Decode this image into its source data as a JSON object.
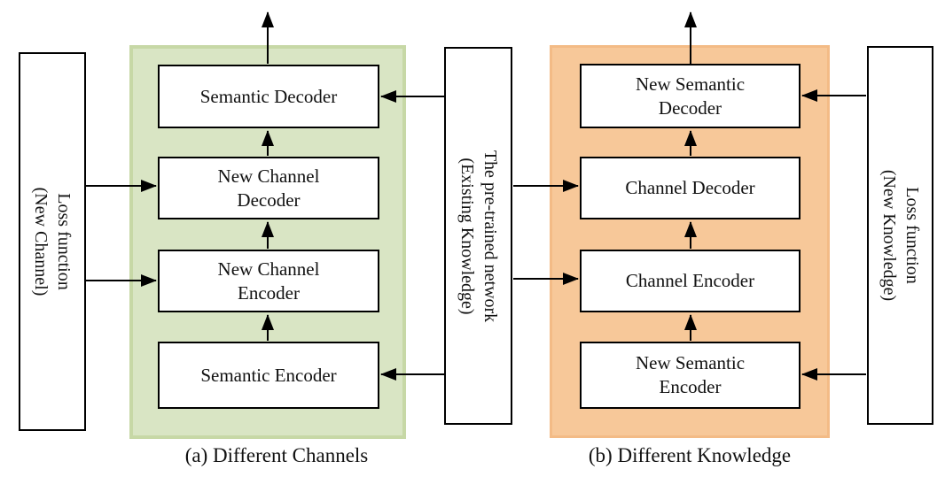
{
  "figure": {
    "type": "block-diagram",
    "colors": {
      "panel_a_fill": "#d9e5c4",
      "panel_a_border": "#c7d8a6",
      "panel_b_fill": "#f7c899",
      "panel_b_border": "#f3bb86",
      "box_fill": "#ffffff",
      "line": "#000000"
    }
  },
  "left_loss_box": {
    "label": "Loss function\n(New Channel)"
  },
  "pretrained_box": {
    "label": "The pre-trained network\n(Existing Knowledge)"
  },
  "right_loss_box": {
    "label": "Loss function\n(New Knowledge)"
  },
  "panel_a": {
    "caption": "(a) Different Channels",
    "boxes": [
      {
        "label": "Semantic Decoder"
      },
      {
        "label": "New Channel\nDecoder"
      },
      {
        "label": "New Channel\nEncoder"
      },
      {
        "label": "Semantic Encoder"
      }
    ]
  },
  "panel_b": {
    "caption": "(b) Different Knowledge",
    "boxes": [
      {
        "label": "New Semantic\nDecoder"
      },
      {
        "label": "Channel Decoder"
      },
      {
        "label": "Channel Encoder"
      },
      {
        "label": "New Semantic\nEncoder"
      }
    ]
  },
  "edges": [
    {
      "from": "Loss function (New Channel)",
      "to": "New Channel Decoder"
    },
    {
      "from": "Loss function (New Channel)",
      "to": "New Channel Encoder"
    },
    {
      "from": "The pre-trained network (Existing Knowledge)",
      "to": "Semantic Decoder"
    },
    {
      "from": "The pre-trained network (Existing Knowledge)",
      "to": "Semantic Encoder"
    },
    {
      "from": "The pre-trained network (Existing Knowledge)",
      "to": "Channel Decoder"
    },
    {
      "from": "The pre-trained network (Existing Knowledge)",
      "to": "Channel Encoder"
    },
    {
      "from": "Loss function (New Knowledge)",
      "to": "New Semantic Decoder"
    },
    {
      "from": "Loss function (New Knowledge)",
      "to": "New Semantic Encoder"
    },
    {
      "from": "Semantic Encoder",
      "to": "New Channel Encoder"
    },
    {
      "from": "New Channel Encoder",
      "to": "New Channel Decoder"
    },
    {
      "from": "New Channel Decoder",
      "to": "Semantic Decoder"
    },
    {
      "from": "Semantic Decoder",
      "to": "output"
    },
    {
      "from": "New Semantic Encoder",
      "to": "Channel Encoder"
    },
    {
      "from": "Channel Encoder",
      "to": "Channel Decoder"
    },
    {
      "from": "Channel Decoder",
      "to": "New Semantic Decoder"
    },
    {
      "from": "New Semantic Decoder",
      "to": "output"
    }
  ]
}
